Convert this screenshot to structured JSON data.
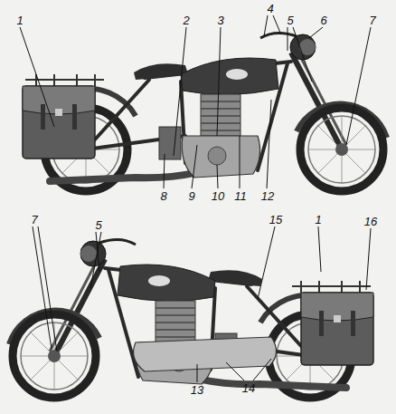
{
  "diagram": {
    "labels": [
      "1",
      "2",
      "3",
      "4",
      "5",
      "6",
      "7",
      "8",
      "9",
      "10",
      "11",
      "12",
      "7",
      "5",
      "15",
      "1",
      "16",
      "13",
      "14"
    ]
  }
}
